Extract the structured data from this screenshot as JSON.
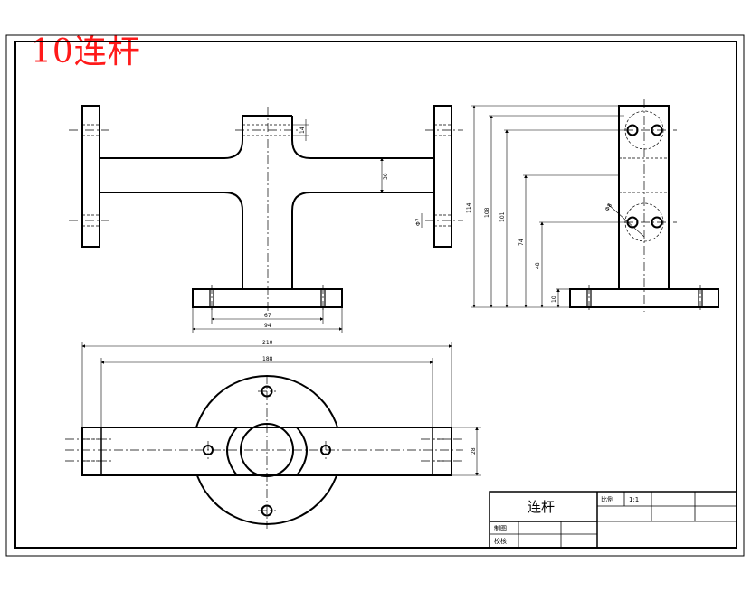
{
  "drawing": {
    "heading": "10连杆",
    "title_block": {
      "part_name": "连杆",
      "scale_label": "比例",
      "scale_value": "1:1",
      "drawn_label": "制图",
      "checked_label": "校核"
    },
    "dimensions": {
      "front_view": {
        "boss_height": "14",
        "arm_thickness": "30",
        "hole_dia": "Φ7",
        "inner_bolt_span": "67",
        "base_width": "94"
      },
      "side_view": {
        "total_height": "114",
        "height_108": "108",
        "height_101": "101",
        "height_74": "74",
        "height_48": "48",
        "height_10": "10",
        "hole_spec": "Φ8"
      },
      "top_view": {
        "overall_length": "210",
        "flange_span": "188",
        "bar_width": "28"
      }
    }
  },
  "colors": {
    "line": "#000000",
    "heading": "#ff1a1a"
  }
}
